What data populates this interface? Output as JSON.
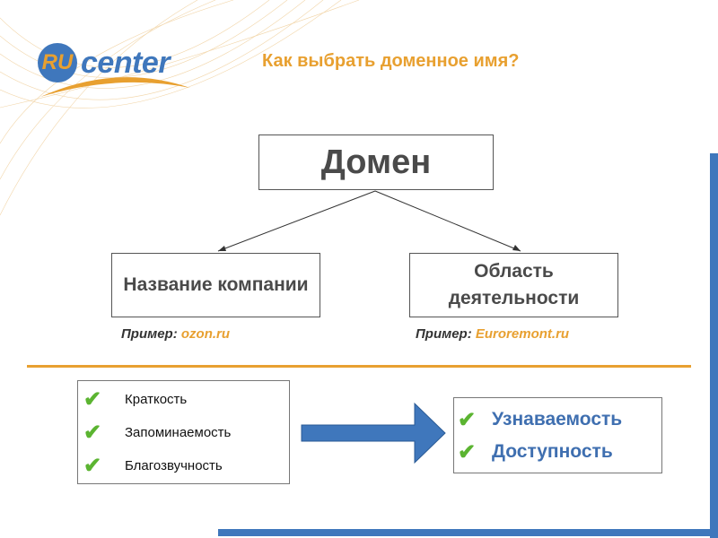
{
  "logo": {
    "text": "RU center",
    "ru": "RU",
    "center": "center"
  },
  "title": "Как выбрать доменное имя?",
  "diagram": {
    "root": "Домен",
    "left": {
      "label": "Название компании",
      "example_prefix": "Пример:",
      "example_value": "ozon.ru"
    },
    "right": {
      "label": "Область деятельности",
      "example_prefix": "Пример:",
      "example_value": "Euroremont.ru"
    }
  },
  "criteria": [
    "Краткость",
    "Запоминаемость",
    "Благозвучность"
  ],
  "results": [
    "Узнаваемость",
    "Доступность"
  ],
  "colors": {
    "accent": "#e8a030",
    "blue": "#3f77bc",
    "check": "#5bb431",
    "title": "#e8a030"
  }
}
